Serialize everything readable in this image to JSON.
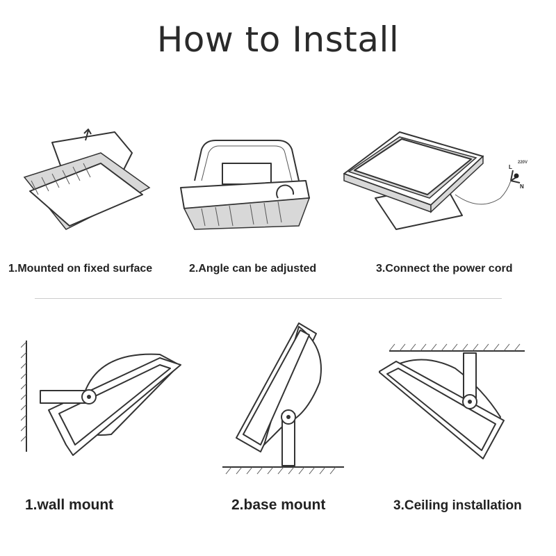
{
  "title": "How to Install",
  "top_steps": [
    {
      "label": "1.Mounted on fixed surface"
    },
    {
      "label": "2.Angle can be adjusted"
    },
    {
      "label": "3.Connect the power cord"
    }
  ],
  "wiring": {
    "live": "L",
    "neutral": "N",
    "voltage": "220V"
  },
  "bottom_steps": [
    {
      "label": "1.wall mount"
    },
    {
      "label": "2.base mount"
    },
    {
      "label": "3.Ceiling installation"
    }
  ]
}
